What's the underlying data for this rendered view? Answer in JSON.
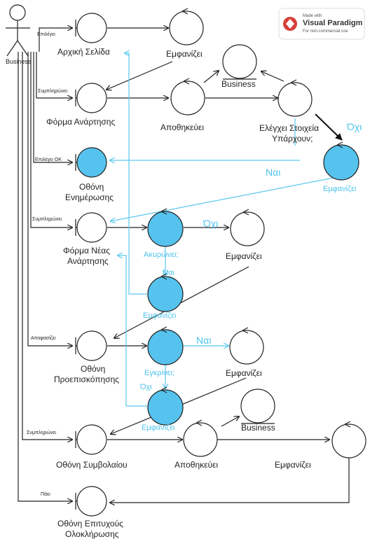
{
  "actor": {
    "name": "Business"
  },
  "badge": {
    "line1": "Made with",
    "line2": "Visual Paradigm",
    "line3": "For non-commercial use"
  },
  "edges": {
    "e1": "Επιλέγει",
    "e2": "Συμπληρώνει",
    "e3": "Επιλέγει ΟΚ",
    "e4": "Συμπληρώνει",
    "e5": "Αποφασίζει",
    "e6": "Συμπληρώνει",
    "e7": "Πάει"
  },
  "boundaries": {
    "home": "Αρχική Σελίδα",
    "form_post_1": "Φόρμα Ανάρτησης",
    "update_1": "Οθόνη",
    "update_2": "Ενημέρωσης",
    "new_post_1": "Φόρμα Νέας",
    "new_post_2": "Ανάρτησης",
    "preview_1": "Οθόνη",
    "preview_2": "Προεπισκόπησης",
    "contract": "Οθόνη Συμβολαίου",
    "success_1": "Οθόνη Επιτυχούς",
    "success_2": "Ολοκλήρωσης"
  },
  "controls": {
    "show_1": "Εμφανίζει",
    "save_1": "Αποθηκεύει",
    "check_1": "Ελέγχει Στοιχεία",
    "check_2": "Υπάρχουν;",
    "show_2": "Εμφανίζει",
    "cancel": "Ακυρώνει;",
    "show_3": "Εμφανίζει",
    "show_4": "Εμφανίζει",
    "approve": "Εγκρίνει;",
    "show_5": "Εμφανίζει",
    "show_6": "Εμφανίζει",
    "save_2": "Αποθηκεύει",
    "show_7": "Εμφανίζει"
  },
  "entities": {
    "business_1": "Business",
    "business_2": "Business"
  },
  "branches": {
    "no_1": "Όχι",
    "yes_1": "Ναι",
    "no_2": "Όχι",
    "yes_2": "Ναι",
    "yes_3": "Ναι",
    "no_3": "Όχι"
  },
  "colors": {
    "highlight": "#55c3ee",
    "line": "#222222",
    "accent_line": "#5ac8ee"
  }
}
